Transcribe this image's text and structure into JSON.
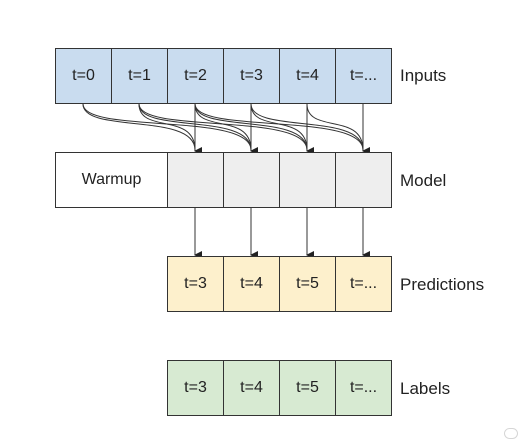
{
  "inputs": {
    "label": "Inputs",
    "cells": [
      "t=0",
      "t=1",
      "t=2",
      "t=3",
      "t=4",
      "t=..."
    ]
  },
  "model": {
    "label": "Model",
    "warmup": "Warmup"
  },
  "predictions": {
    "label": "Predictions",
    "cells": [
      "t=3",
      "t=4",
      "t=5",
      "t=..."
    ]
  },
  "labels": {
    "label": "Labels",
    "cells": [
      "t=3",
      "t=4",
      "t=5",
      "t=..."
    ]
  },
  "colors": {
    "input": "#c9dcef",
    "model": "#eeeeee",
    "prediction": "#fdf0cc",
    "label": "#d7ead2"
  }
}
